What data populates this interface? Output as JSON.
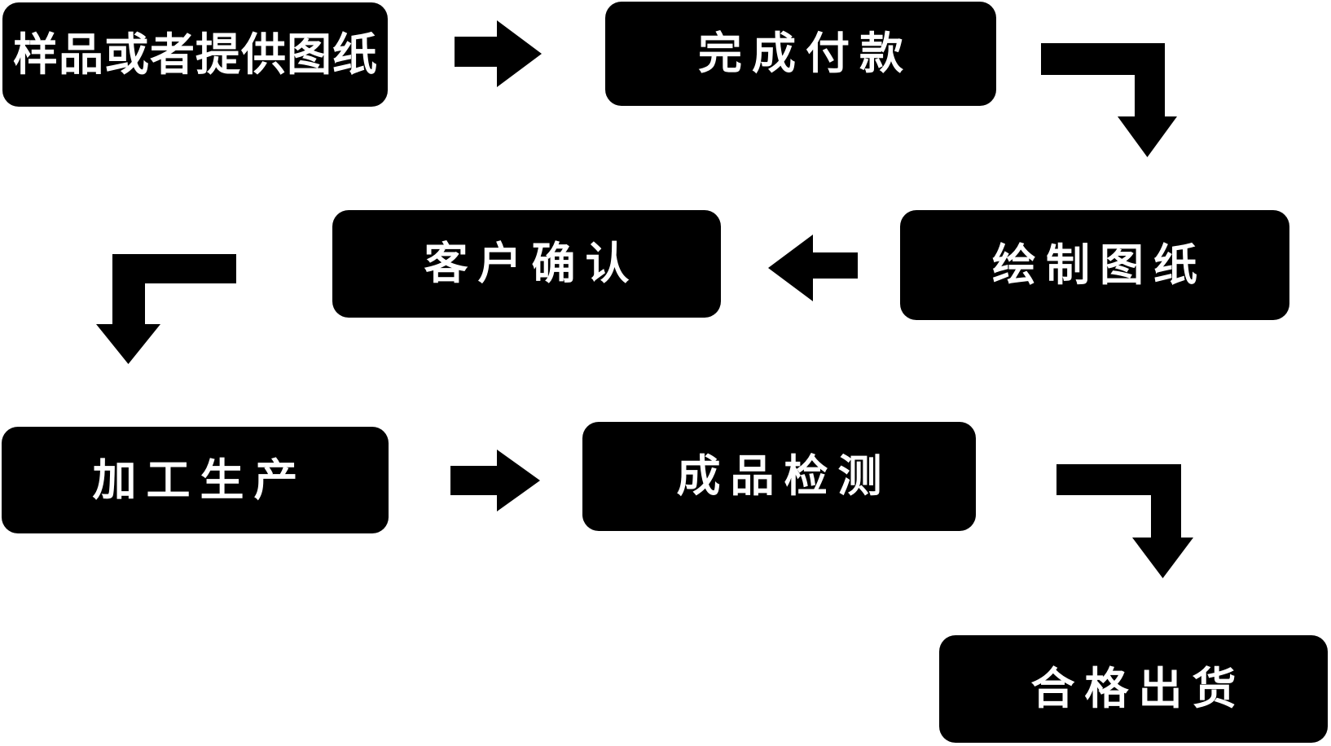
{
  "flowchart": {
    "colors": {
      "background": "#ffffff",
      "node_fill": "#000000",
      "node_text": "#ffffff",
      "arrow_fill": "#000000"
    },
    "nodes": [
      {
        "id": "sample-or-drawings",
        "label": "样品或者提供图纸"
      },
      {
        "id": "complete-payment",
        "label": "完成付款"
      },
      {
        "id": "draw-drawings",
        "label": "绘制图纸"
      },
      {
        "id": "customer-confirm",
        "label": "客户确认"
      },
      {
        "id": "production",
        "label": "加工生产"
      },
      {
        "id": "product-inspection",
        "label": "成品检测"
      },
      {
        "id": "qualified-shipment",
        "label": "合格出货"
      }
    ],
    "connections": [
      {
        "from": "样品或者提供图纸",
        "to": "完成付款",
        "shape": "right-arrow"
      },
      {
        "from": "完成付款",
        "to": "绘制图纸",
        "shape": "elbow-down-right-arrow"
      },
      {
        "from": "绘制图纸",
        "to": "客户确认",
        "shape": "left-arrow"
      },
      {
        "from": "客户确认",
        "to": "加工生产",
        "shape": "elbow-down-left-arrow"
      },
      {
        "from": "加工生产",
        "to": "成品检测",
        "shape": "right-arrow"
      },
      {
        "from": "成品检测",
        "to": "合格出货",
        "shape": "elbow-down-right-arrow"
      }
    ]
  }
}
